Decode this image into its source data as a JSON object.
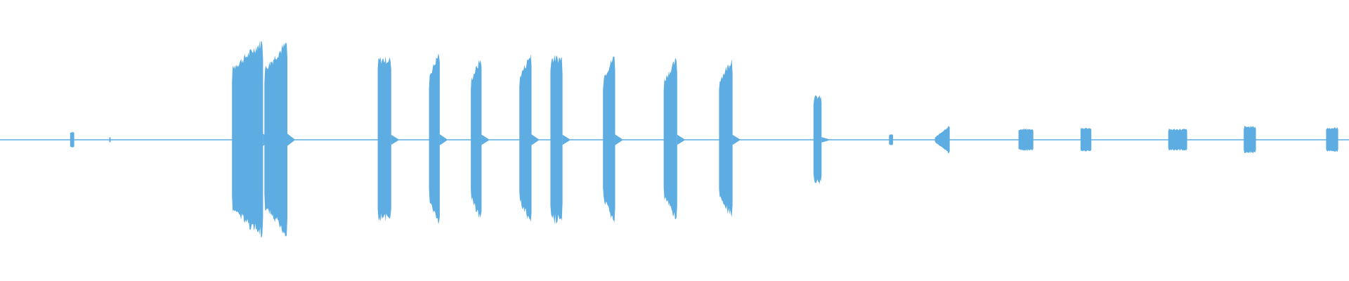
{
  "chart_data": {
    "type": "area",
    "subtype": "audio-waveform",
    "color": "#5dade2",
    "background": "#ffffff",
    "grid": false,
    "axes_visible": false,
    "xlim": [
      0,
      100
    ],
    "ylim": [
      -1,
      1
    ],
    "baseline_amplitude": 0.004,
    "bursts": [
      {
        "start": 5.2,
        "end": 5.5,
        "peak": 0.06,
        "shape": "flat"
      },
      {
        "start": 8.1,
        "end": 8.2,
        "peak": 0.02,
        "shape": "flat"
      },
      {
        "start": 17.2,
        "end": 19.5,
        "peak": 0.74,
        "shape": "ramp-up"
      },
      {
        "start": 19.6,
        "end": 21.3,
        "peak": 0.73,
        "shape": "ramp-up"
      },
      {
        "start": 28.0,
        "end": 29.0,
        "peak": 0.6,
        "shape": "flat"
      },
      {
        "start": 31.8,
        "end": 32.6,
        "peak": 0.66,
        "shape": "ramp-up"
      },
      {
        "start": 34.9,
        "end": 35.7,
        "peak": 0.62,
        "shape": "ramp-up"
      },
      {
        "start": 38.5,
        "end": 39.4,
        "peak": 0.65,
        "shape": "ramp-up"
      },
      {
        "start": 40.8,
        "end": 41.7,
        "peak": 0.61,
        "shape": "flat"
      },
      {
        "start": 44.7,
        "end": 45.6,
        "peak": 0.64,
        "shape": "ramp-up"
      },
      {
        "start": 49.2,
        "end": 50.2,
        "peak": 0.61,
        "shape": "ramp-up"
      },
      {
        "start": 53.3,
        "end": 54.3,
        "peak": 0.61,
        "shape": "ramp-up"
      },
      {
        "start": 60.3,
        "end": 60.9,
        "peak": 0.32,
        "shape": "flat"
      },
      {
        "start": 65.9,
        "end": 66.2,
        "peak": 0.04,
        "shape": "flat"
      },
      {
        "start": 69.3,
        "end": 70.4,
        "peak": 0.11,
        "shape": "triangle"
      },
      {
        "start": 75.5,
        "end": 76.6,
        "peak": 0.08,
        "shape": "flat"
      },
      {
        "start": 80.1,
        "end": 80.9,
        "peak": 0.09,
        "shape": "flat"
      },
      {
        "start": 86.6,
        "end": 88.0,
        "peak": 0.08,
        "shape": "flat"
      },
      {
        "start": 92.2,
        "end": 93.1,
        "peak": 0.1,
        "shape": "flat"
      },
      {
        "start": 98.3,
        "end": 99.2,
        "peak": 0.09,
        "shape": "flat"
      }
    ]
  }
}
